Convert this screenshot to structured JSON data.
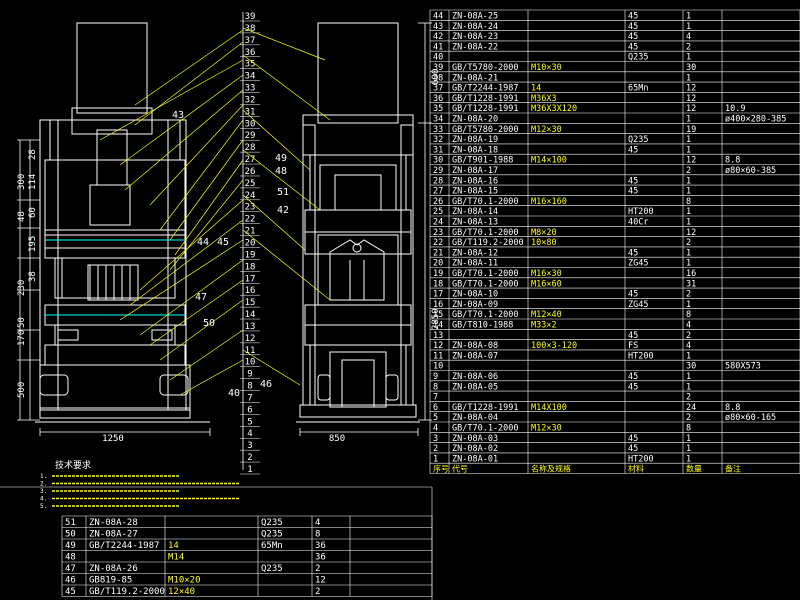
{
  "bom_right": {
    "rows": [
      {
        "no": "44",
        "code": "ZN-08A-25",
        "name": "",
        "mat": "45",
        "qty": "1",
        "note": ""
      },
      {
        "no": "43",
        "code": "ZN-08A-24",
        "name": "",
        "mat": "45",
        "qty": "1",
        "note": ""
      },
      {
        "no": "42",
        "code": "ZN-08A-23",
        "name": "",
        "mat": "45",
        "qty": "4",
        "note": ""
      },
      {
        "no": "41",
        "code": "ZN-08A-22",
        "name": "",
        "mat": "45",
        "qty": "2",
        "note": ""
      },
      {
        "no": "40",
        "code": "",
        "name": "",
        "mat": "Q235",
        "qty": "1",
        "note": ""
      },
      {
        "no": "39",
        "code": "GB/T5780-2000",
        "name": "M10×30",
        "mat": "",
        "qty": "30",
        "note": ""
      },
      {
        "no": "38",
        "code": "ZN-08A-21",
        "name": "",
        "mat": "",
        "qty": "1",
        "note": ""
      },
      {
        "no": "37",
        "code": "GB/T2244-1987",
        "name": "14",
        "mat": "65Mn",
        "qty": "12",
        "note": ""
      },
      {
        "no": "36",
        "code": "GB/T1228-1991",
        "name": "M36X3",
        "mat": "",
        "qty": "12",
        "note": ""
      },
      {
        "no": "35",
        "code": "GB/T1228-1991",
        "name": "M36X3X120",
        "mat": "",
        "qty": "12",
        "note": "10.9"
      },
      {
        "no": "34",
        "code": "ZN-08A-20",
        "name": "",
        "mat": "",
        "qty": "1",
        "note": "ø400×280-385"
      },
      {
        "no": "33",
        "code": "GB/T5780-2000",
        "name": "M12×30",
        "mat": "",
        "qty": "19",
        "note": ""
      },
      {
        "no": "32",
        "code": "ZN-08A-19",
        "name": "",
        "mat": "Q235",
        "qty": "1",
        "note": ""
      },
      {
        "no": "31",
        "code": "ZN-08A-18",
        "name": "",
        "mat": "45",
        "qty": "1",
        "note": ""
      },
      {
        "no": "30",
        "code": "GB/T901-1988",
        "name": "M14×100",
        "mat": "",
        "qty": "12",
        "note": "8.8"
      },
      {
        "no": "29",
        "code": "ZN-08A-17",
        "name": "",
        "mat": "",
        "qty": "2",
        "note": "ø80×60-385"
      },
      {
        "no": "28",
        "code": "ZN-08A-16",
        "name": "",
        "mat": "45",
        "qty": "1",
        "note": ""
      },
      {
        "no": "27",
        "code": "ZN-08A-15",
        "name": "",
        "mat": "45",
        "qty": "1",
        "note": ""
      },
      {
        "no": "26",
        "code": "GB/T70.1-2000",
        "name": "M16×160",
        "mat": "",
        "qty": "8",
        "note": ""
      },
      {
        "no": "25",
        "code": "ZN-08A-14",
        "name": "",
        "mat": "HT200",
        "qty": "1",
        "note": ""
      },
      {
        "no": "24",
        "code": "ZN-08A-13",
        "name": "",
        "mat": "40Cr",
        "qty": "1",
        "note": ""
      },
      {
        "no": "23",
        "code": "GB/T70.1-2000",
        "name": "M8×20",
        "mat": "",
        "qty": "12",
        "note": ""
      },
      {
        "no": "22",
        "code": "GB/T119.2-2000",
        "name": "10×80",
        "mat": "",
        "qty": "2",
        "note": ""
      },
      {
        "no": "21",
        "code": "ZN-08A-12",
        "name": "",
        "mat": "45",
        "qty": "1",
        "note": ""
      },
      {
        "no": "20",
        "code": "ZN-08A-11",
        "name": "",
        "mat": "ZG45",
        "qty": "1",
        "note": ""
      },
      {
        "no": "19",
        "code": "GB/T70.1-2000",
        "name": "M16×30",
        "mat": "",
        "qty": "16",
        "note": ""
      },
      {
        "no": "18",
        "code": "GB/T70.1-2000",
        "name": "M16×60",
        "mat": "",
        "qty": "31",
        "note": ""
      },
      {
        "no": "17",
        "code": "ZN-08A-10",
        "name": "",
        "mat": "45",
        "qty": "2",
        "note": ""
      },
      {
        "no": "16",
        "code": "ZN-08A-09",
        "name": "",
        "mat": "ZG45",
        "qty": "1",
        "note": ""
      },
      {
        "no": "15",
        "code": "GB/T70.1-2000",
        "name": "M12×40",
        "mat": "",
        "qty": "8",
        "note": ""
      },
      {
        "no": "14",
        "code": "GB/T810-1988",
        "name": "M33×2",
        "mat": "",
        "qty": "4",
        "note": ""
      },
      {
        "no": "13",
        "code": "",
        "name": "",
        "mat": "45",
        "qty": "2",
        "note": ""
      },
      {
        "no": "12",
        "code": "ZN-08A-08",
        "name": "100×3-120",
        "mat": "FS",
        "qty": "4",
        "note": ""
      },
      {
        "no": "11",
        "code": "ZN-08A-07",
        "name": "",
        "mat": "HT200",
        "qty": "1",
        "note": ""
      },
      {
        "no": "10",
        "code": "",
        "name": "",
        "mat": "",
        "qty": "30",
        "note": "580X573"
      },
      {
        "no": "9",
        "code": "ZN-08A-06",
        "name": "",
        "mat": "45",
        "qty": "1",
        "note": ""
      },
      {
        "no": "8",
        "code": "ZN-08A-05",
        "name": "",
        "mat": "45",
        "qty": "1",
        "note": ""
      },
      {
        "no": "7",
        "code": "",
        "name": "",
        "mat": "",
        "qty": "2",
        "note": ""
      },
      {
        "no": "6",
        "code": "GB/T1228-1991",
        "name": "M14X100",
        "mat": "",
        "qty": "24",
        "note": "8.8"
      },
      {
        "no": "5",
        "code": "ZN-08A-04",
        "name": "",
        "mat": "",
        "qty": "2",
        "note": "ø80×60-165"
      },
      {
        "no": "4",
        "code": "GB/T70.1-2000",
        "name": "M12×30",
        "mat": "",
        "qty": "8",
        "note": ""
      },
      {
        "no": "3",
        "code": "ZN-08A-03",
        "name": "",
        "mat": "45",
        "qty": "1",
        "note": ""
      },
      {
        "no": "2",
        "code": "ZN-08A-02",
        "name": "",
        "mat": "45",
        "qty": "1",
        "note": ""
      },
      {
        "no": "1",
        "code": "ZN-08A-01",
        "name": "",
        "mat": "HT200",
        "qty": "1",
        "note": ""
      }
    ],
    "header": {
      "no": "序号",
      "code": "代号",
      "name": "名称及规格",
      "mat": "材料",
      "qty": "数量",
      "note": "备注"
    }
  },
  "bom_bottom": {
    "rows": [
      {
        "no": "51",
        "code": "ZN-08A-28",
        "name": "",
        "mat": "Q235",
        "qty": "4",
        "note": ""
      },
      {
        "no": "50",
        "code": "ZN-08A-27",
        "name": "",
        "mat": "Q235",
        "qty": "8",
        "note": ""
      },
      {
        "no": "49",
        "code": "GB/T2244-1987",
        "name": "14",
        "mat": "65Mn",
        "qty": "36",
        "note": ""
      },
      {
        "no": "48",
        "code": "",
        "name": "M14",
        "mat": "",
        "qty": "36",
        "note": ""
      },
      {
        "no": "47",
        "code": "ZN-08A-26",
        "name": "",
        "mat": "Q235",
        "qty": "2",
        "note": ""
      },
      {
        "no": "46",
        "code": "GB819-85",
        "name": "M10×20",
        "mat": "",
        "qty": "12",
        "note": ""
      },
      {
        "no": "45",
        "code": "GB/T119.2-2000",
        "name": "12×40",
        "mat": "",
        "qty": "2",
        "note": ""
      }
    ]
  },
  "tech_req": {
    "title": "技术要求",
    "lines": [
      "1.",
      "2.",
      "3.",
      "4.",
      "5."
    ]
  },
  "dims": {
    "front_width": "1250",
    "side_width": "850",
    "height_total": "2850",
    "top_600": "600",
    "d300": "300",
    "d114": "114",
    "d28": "28",
    "d48": "48",
    "d60": "60",
    "d195": "195",
    "d38": "38",
    "d230": "230",
    "d50": "50",
    "d170": "170",
    "d500": "500"
  },
  "balloons": [
    "39",
    "38",
    "37",
    "36",
    "35",
    "34",
    "33",
    "32",
    "31",
    "30",
    "29",
    "28",
    "27",
    "26",
    "25",
    "24",
    "23",
    "22",
    "21",
    "20",
    "19",
    "18",
    "17",
    "16",
    "15",
    "14",
    "13",
    "12",
    "11",
    "10",
    "9",
    "8",
    "7",
    "6",
    "5",
    "4",
    "3",
    "2",
    "1"
  ],
  "callouts": {
    "c43": "43",
    "c44": "44",
    "c45": "45",
    "c47": "47",
    "c50": "50",
    "c49": "49",
    "c51": "51",
    "c42": "42",
    "c48": "48",
    "c40": "40",
    "c46": "46"
  },
  "colors": {
    "bg": "#000000",
    "line": "#ffffff",
    "text": "#ffff00",
    "accent": "#00ffff",
    "dim": "#ff0000",
    "green": "#00ff00"
  }
}
